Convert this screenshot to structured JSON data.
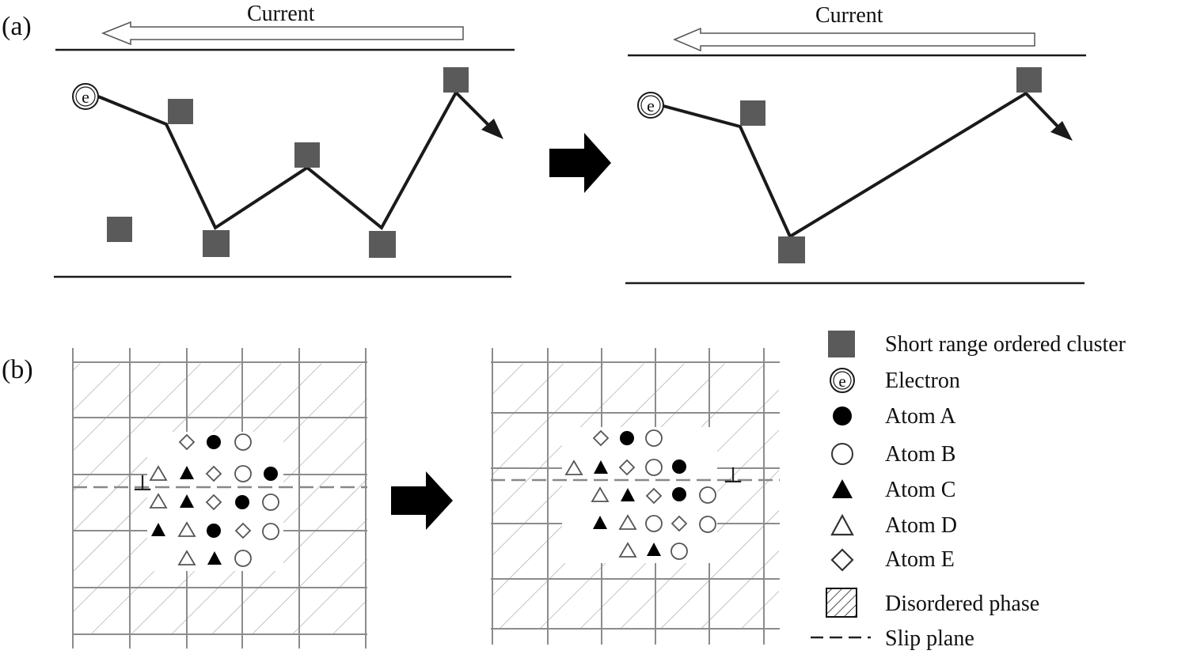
{
  "panels": {
    "a": {
      "label": "(a)",
      "current_label": "Current"
    },
    "b": {
      "label": "(b)"
    }
  },
  "legend": {
    "cluster": "Short range ordered cluster",
    "electron": "Electron",
    "atom_a": "Atom A",
    "atom_b": "Atom B",
    "atom_c": "Atom C",
    "atom_d": "Atom D",
    "atom_e": "Atom E",
    "disordered": "Disordered phase",
    "slip": "Slip plane"
  },
  "symbols": {
    "electron_glyph": "e",
    "dislocation_glyph": "⊥"
  },
  "colors": {
    "cluster": "#5a5a5a",
    "grid": "#8c8c8c",
    "hatch": "#9a9a9a",
    "line": "#1a1a1a"
  }
}
